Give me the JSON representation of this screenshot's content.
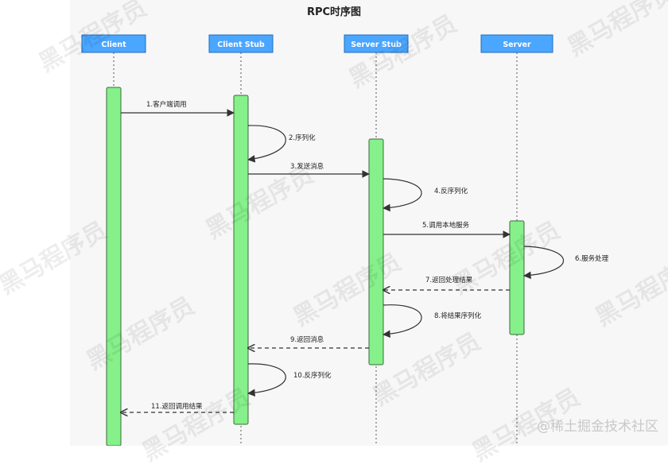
{
  "title": "RPC时序图",
  "participants": [
    {
      "id": "client",
      "label": "Client"
    },
    {
      "id": "client-stub",
      "label": "Client Stub"
    },
    {
      "id": "server-stub",
      "label": "Server Stub"
    },
    {
      "id": "server",
      "label": "Server"
    }
  ],
  "messages": [
    {
      "label": "1.客户端调用",
      "from": "client",
      "to": "client-stub",
      "style": "solid"
    },
    {
      "label": "2.序列化",
      "from": "client-stub",
      "to": "client-stub",
      "style": "self"
    },
    {
      "label": "3.发送消息",
      "from": "client-stub",
      "to": "server-stub",
      "style": "solid"
    },
    {
      "label": "4.反序列化",
      "from": "server-stub",
      "to": "server-stub",
      "style": "self"
    },
    {
      "label": "5.调用本地服务",
      "from": "server-stub",
      "to": "server",
      "style": "solid"
    },
    {
      "label": "6.服务处理",
      "from": "server",
      "to": "server",
      "style": "self"
    },
    {
      "label": "7.返回处理结果",
      "from": "server",
      "to": "server-stub",
      "style": "dashed"
    },
    {
      "label": "8.将结果序列化",
      "from": "server-stub",
      "to": "server-stub",
      "style": "self"
    },
    {
      "label": "9.返回消息",
      "from": "server-stub",
      "to": "client-stub",
      "style": "dashed"
    },
    {
      "label": "10.反序列化",
      "from": "client-stub",
      "to": "client-stub",
      "style": "self"
    },
    {
      "label": "11.返回调用结果",
      "from": "client-stub",
      "to": "client",
      "style": "dashed"
    }
  ],
  "watermark_text": "黑马程序员",
  "credit": "@稀土掘金技术社区",
  "colors": {
    "header_fill": "#4aa6ff",
    "header_stroke": "#1f6fbf",
    "activation_fill": "#86f08a",
    "activation_stroke": "#3b6b3c",
    "line": "#333333",
    "lane_bg": "#f7f7f7"
  }
}
